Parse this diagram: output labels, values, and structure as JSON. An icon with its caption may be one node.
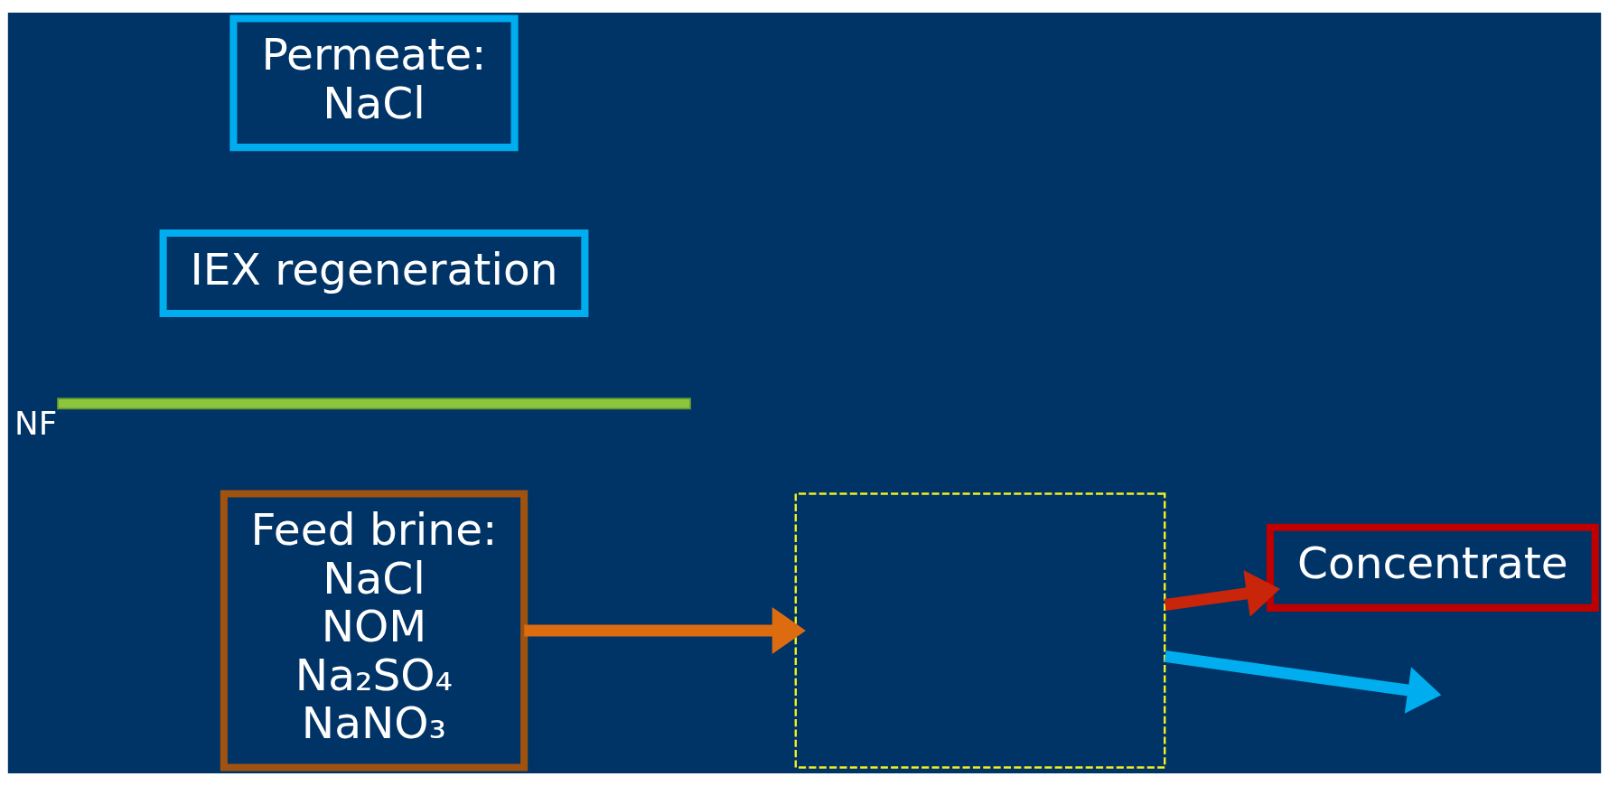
{
  "diagram": {
    "nodes": [
      {
        "text": [
          "Feed brine:",
          "NaCl",
          "NOM",
          "Na₂SO₄",
          "NaNO₃"
        ]
      },
      {
        "text": [],
        "shape": "box"
      },
      {
        "text": [],
        "shape": "bar",
        "beside": [
          "NF"
        ]
      },
      {
        "text": [
          "Concentrate"
        ]
      },
      {
        "text": [
          "IEX regeneration"
        ]
      },
      {
        "text": [
          "Permeate:",
          "NaCl"
        ]
      }
    ],
    "edges": [
      {
        "from": 0,
        "to": 1,
        "arrow": "to",
        "color": "#dd6b10"
      },
      {
        "from": 1,
        "to": 3,
        "arrow": "to",
        "color": "#c8250a"
      },
      {
        "from": 1,
        "to": null,
        "arrow": "to",
        "color": "#00aeef"
      }
    ]
  }
}
